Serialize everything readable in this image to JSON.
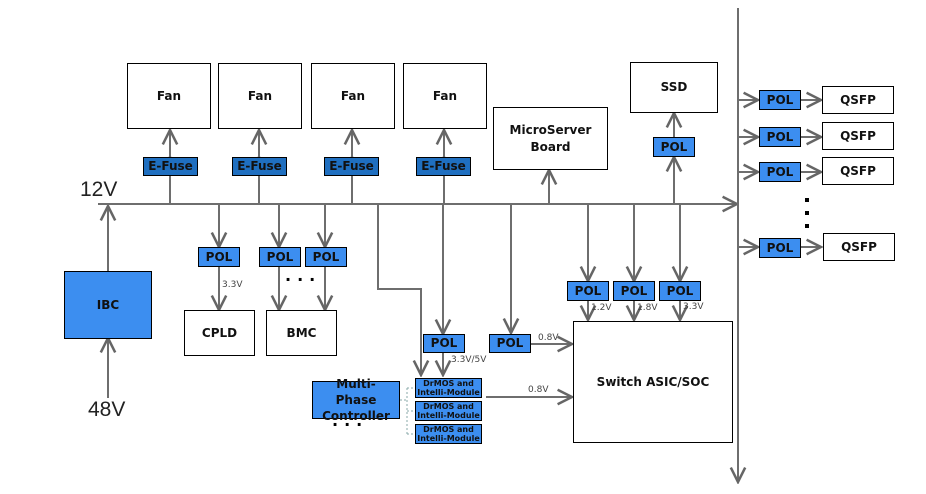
{
  "rails": {
    "input": "48V",
    "bus": "12V"
  },
  "ibc": "IBC",
  "fans": [
    {
      "label": "Fan",
      "fuse": "E-Fuse"
    },
    {
      "label": "Fan",
      "fuse": "E-Fuse"
    },
    {
      "label": "Fan",
      "fuse": "E-Fuse"
    },
    {
      "label": "Fan",
      "fuse": "E-Fuse"
    }
  ],
  "microserver": "MicroServer Board",
  "ssd": {
    "label": "SSD",
    "pol": "POL"
  },
  "cpld": {
    "label": "CPLD",
    "pol": "POL",
    "voltage": "3.3V"
  },
  "bmc": {
    "label": "BMC",
    "pols": [
      "POL",
      "POL"
    ],
    "ellipsis": "..."
  },
  "drmos": {
    "pol": "POL",
    "voltage_in": "3.3V/5V",
    "modules": [
      "DrMOS and Intelli-Module",
      "DrMOS and Intelli-Module",
      "DrMOS and Intelli-Module"
    ],
    "output_voltage": "0.8V"
  },
  "controller": {
    "label": "Multi-Phase Controller",
    "ellipsis": "..."
  },
  "asic": {
    "label": "Switch ASIC/SOC",
    "core_pol": {
      "label": "POL",
      "voltage": "0.8V"
    },
    "pols": [
      {
        "label": "POL",
        "voltage": "1.2V"
      },
      {
        "label": "POL",
        "voltage": "1.8V"
      },
      {
        "label": "POL",
        "voltage": "3.3V"
      }
    ]
  },
  "qsfp": [
    {
      "pol": "POL",
      "label": "QSFP"
    },
    {
      "pol": "POL",
      "label": "QSFP"
    },
    {
      "pol": "POL",
      "label": "QSFP"
    },
    {
      "pol": "POL",
      "label": "QSFP"
    }
  ]
}
